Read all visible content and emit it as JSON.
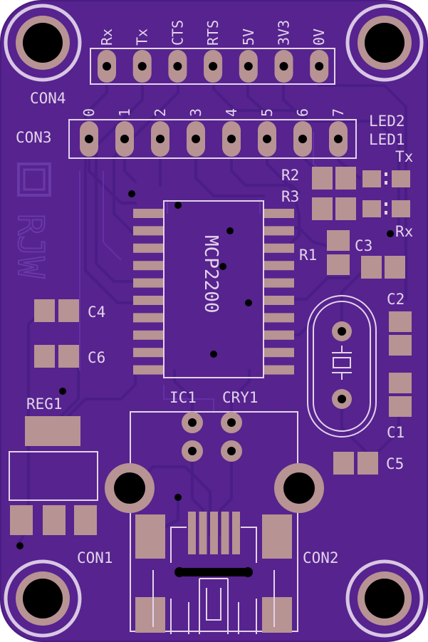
{
  "board": {
    "colors": {
      "substrate": "#56238f",
      "substrate_edge": "#4a1c82",
      "trace": "#5f2ba0",
      "trace_dark": "#4b1d86",
      "pad": "#b79393",
      "silk": "#e3d3ea",
      "hole": "#000000"
    }
  },
  "headers": {
    "con4": {
      "name": "CON4",
      "pins": [
        "Rx",
        "Tx",
        "CTS",
        "RTS",
        "5V",
        "3V3",
        "0V"
      ]
    },
    "con3": {
      "name": "CON3",
      "pins": [
        "0",
        "1",
        "2",
        "3",
        "4",
        "5",
        "6",
        "7"
      ]
    }
  },
  "labels": {
    "led2": "LED2",
    "led1": "LED1",
    "tx": "Tx",
    "rx": "Rx",
    "r1": "R1",
    "r2": "R2",
    "r3": "R3",
    "c1": "C1",
    "c2": "C2",
    "c3": "C3",
    "c4": "C4",
    "c5": "C5",
    "c6": "C6",
    "ic1": "IC1",
    "cry1": "CRY1",
    "reg1": "REG1",
    "con1": "CON1",
    "con2": "CON2",
    "chip": "MCP2200",
    "logo": "RJW"
  }
}
